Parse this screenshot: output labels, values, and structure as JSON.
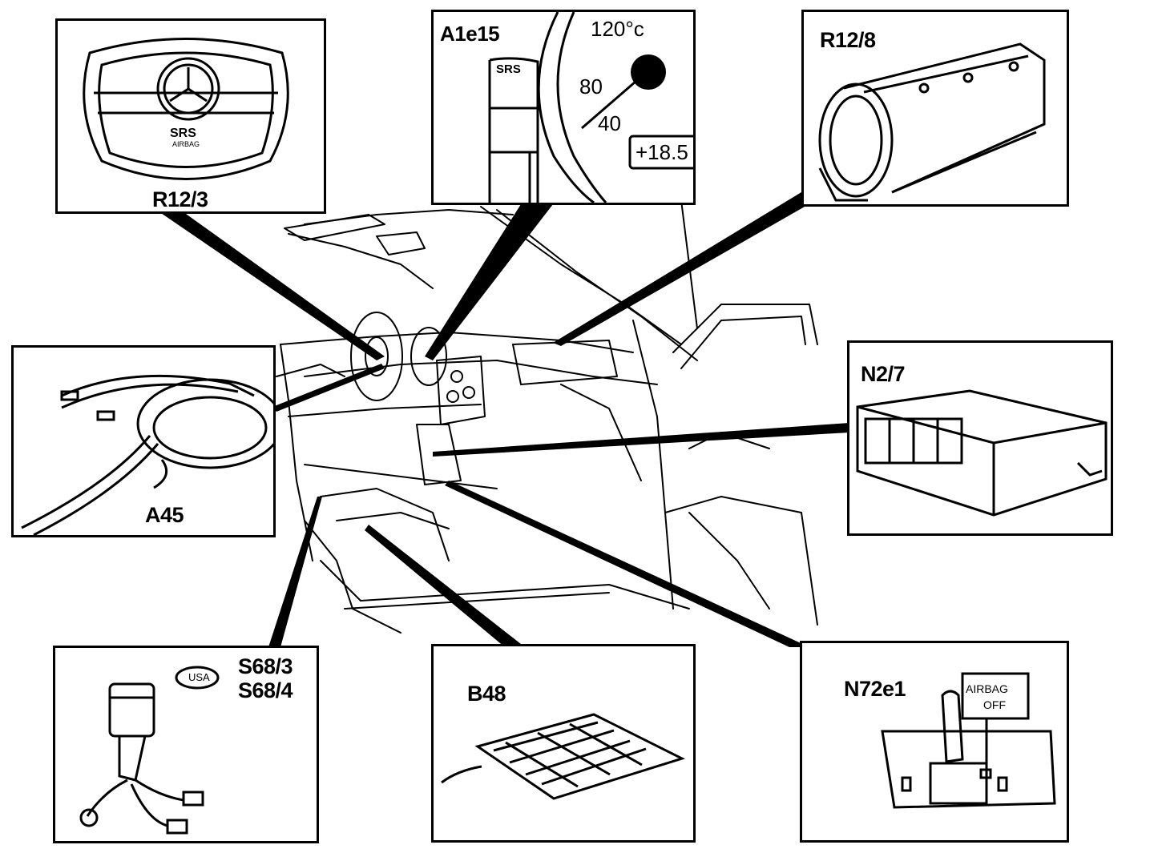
{
  "components": {
    "r12_3": {
      "label": "R12/3",
      "badge_text": "SRS",
      "badge_subtext": "AIRBAG"
    },
    "a1e15": {
      "label": "A1e15",
      "badge_text": "SRS",
      "temp_unit": "120°c",
      "gauge_80": "80",
      "gauge_40": "40",
      "readout": "+18.5"
    },
    "r12_8": {
      "label": "R12/8"
    },
    "a45": {
      "label": "A45"
    },
    "n2_7": {
      "label": "N2/7"
    },
    "s68": {
      "label_1": "S68/3",
      "label_2": "S68/4",
      "badge_text": "USA"
    },
    "b48": {
      "label": "B48"
    },
    "n72e1": {
      "label": "N72e1",
      "switch_line_1": "AIRBAG",
      "switch_line_2": "OFF"
    }
  }
}
